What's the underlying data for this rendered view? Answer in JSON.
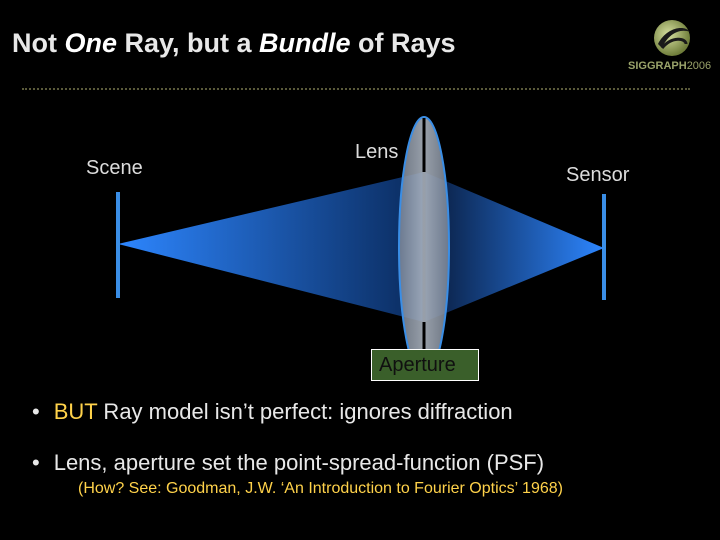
{
  "title": {
    "part1": "Not ",
    "part2": "One",
    "part3": " Ray, but a ",
    "part4": "Bundle",
    "part5": " of Rays"
  },
  "logo": {
    "name": "SIGGRAPH",
    "year": "2006",
    "icon": "siggraph-logo-icon"
  },
  "diagram": {
    "scene_label": "Scene",
    "lens_label": "Lens",
    "sensor_label": "Sensor",
    "aperture_label": "Aperture"
  },
  "bullets": [
    {
      "marker": "•",
      "highlight": "BUT",
      "text": " Ray model isn’t perfect: ignores diffraction"
    },
    {
      "marker": "•",
      "highlight": "",
      "text": "Lens, aperture set  the point-spread-function (PSF)"
    }
  ],
  "reference": "(How? See: Goodman, J.W.  ‘An Introduction to Fourier Optics’ 1968)",
  "colors": {
    "background": "#000000",
    "ray_blue": "#1e6fd9",
    "plane_blue": "#3a8ee6",
    "lens_fill": "#8e98a8",
    "highlight": "#ffd24a"
  }
}
